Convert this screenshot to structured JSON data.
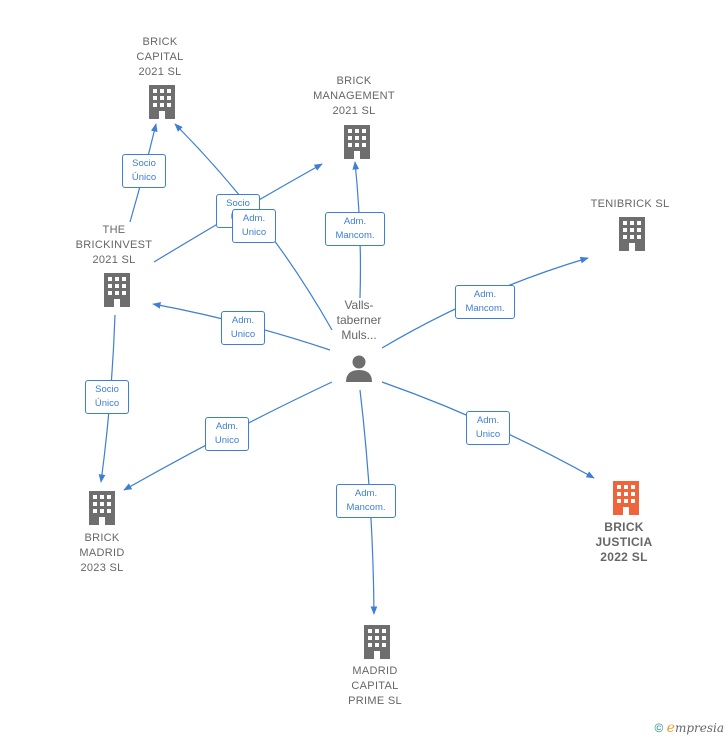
{
  "companies": {
    "brick_capital": "BRICK\nCAPITAL\n2021  SL",
    "brick_management": "BRICK\nMANAGEMENT\n2021  SL",
    "tenibrick": "TENIBRICK  SL",
    "the_brickinvest": "THE\nBRICKINVEST\n2021  SL",
    "brick_madrid": "BRICK\nMADRID\n2023  SL",
    "brick_justicia": "BRICK\nJUSTICIA\n2022  SL",
    "madrid_capital_prime": "MADRID\nCAPITAL\nPRIME  SL"
  },
  "person": {
    "name": "Valls-\ntaberner\nMuls..."
  },
  "edges": {
    "brickinvest_to_capital": "Socio\nÚnico",
    "brickinvest_to_management": "Socio\nÚ...",
    "person_to_capital": "Adm.\nUnico",
    "person_to_management": "Adm.\nMancom.",
    "person_to_tenibrick": "Adm.\nMancom.",
    "person_to_brickinvest": "Adm.\nUnico",
    "brickinvest_to_madrid": "Socio\nÚnico",
    "person_to_madrid": "Adm.\nUnico",
    "person_to_justicia": "Adm.\nUnico",
    "person_to_prime": "Adm.\nMancom."
  },
  "colors": {
    "edge": "#3d7fd2",
    "building": "#6e6e6e",
    "building_highlight": "#f0643c",
    "person": "#6e6e6e"
  },
  "footer": {
    "copyright": "©",
    "brand_initial": "e",
    "brand_rest": "mpresia"
  }
}
